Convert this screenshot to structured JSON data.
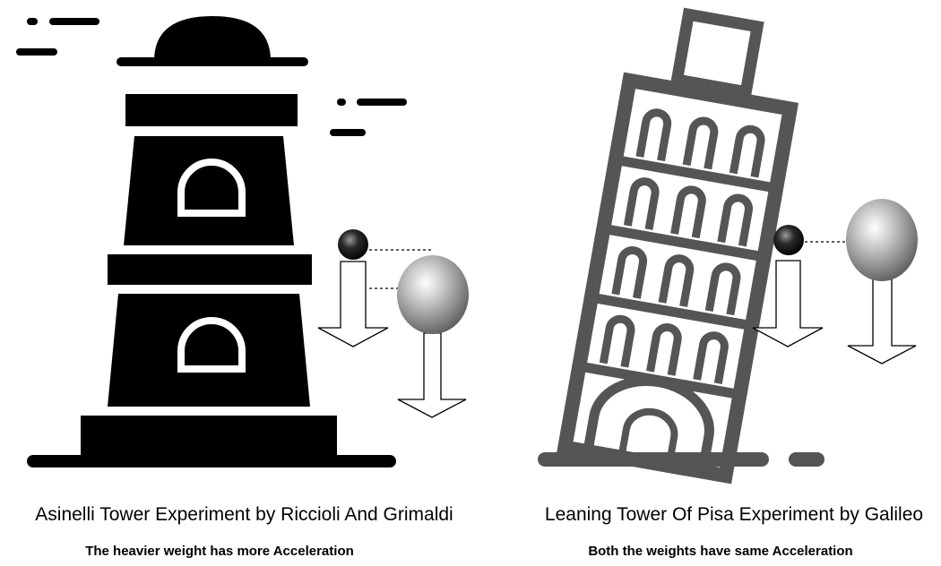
{
  "left_panel": {
    "title": "Asinelli Tower Experiment by Riccioli And Grimaldi",
    "subtitle": "The heavier weight has more Acceleration",
    "tower_icon": "asinelli-tower",
    "tower_color": "#000000"
  },
  "right_panel": {
    "title": "Leaning Tower Of Pisa Experiment by Galileo",
    "subtitle": "Both the weights have same Acceleration",
    "tower_icon": "leaning-tower-of-pisa",
    "tower_color": "#555555"
  },
  "colors": {
    "background": "#ffffff",
    "text": "#000000"
  }
}
